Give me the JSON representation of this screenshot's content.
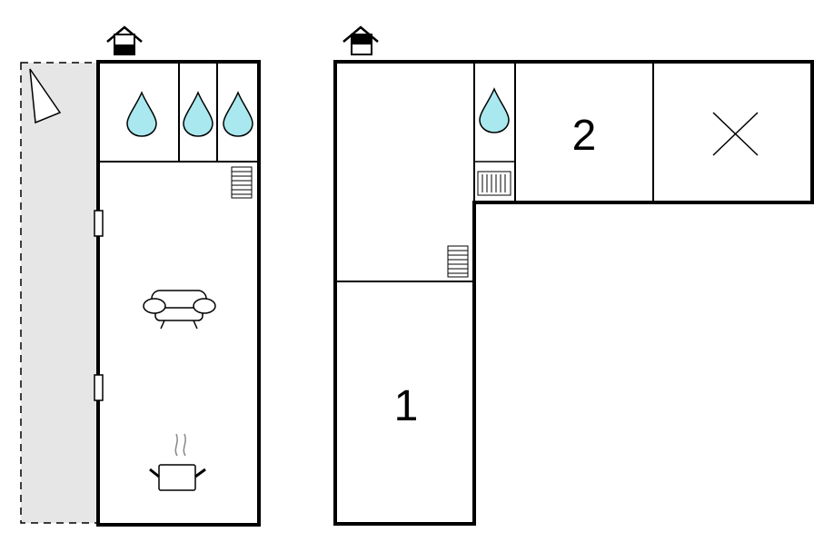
{
  "floor_plan": {
    "floors": [
      {
        "id": "ground-floor",
        "floor_icon": "house-floor-lower-icon",
        "features": [
          "terrace",
          "bathroom",
          "bathroom",
          "bathroom",
          "stairs",
          "door",
          "door",
          "living-room-sofa",
          "kitchen-pot"
        ]
      },
      {
        "id": "upper-floor",
        "floor_icon": "house-floor-upper-icon",
        "features": [
          "bathroom",
          "radiator",
          "stairs",
          "no-access-room"
        ]
      }
    ],
    "room_labels": {
      "bedroom_1": "1",
      "bedroom_2": "2"
    },
    "colors": {
      "wall": "#000000",
      "water_drop_fill": "#a8e8ee",
      "terrace_fill": "#e6e6e6"
    }
  }
}
